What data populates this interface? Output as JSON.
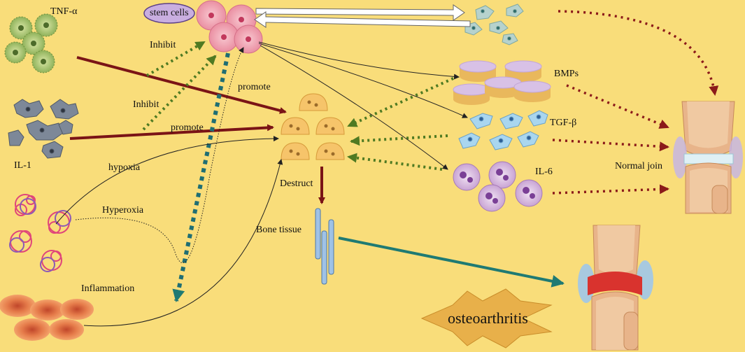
{
  "labels": {
    "tnf": "TNF-α",
    "il1": "IL-1",
    "stem_cells": "stem cells",
    "inhibit_1": "Inhibit",
    "inhibit_2": "Inhibit",
    "promote_1": "promote",
    "promote_2": "promote",
    "hypoxia": "hypoxia",
    "hyperoxia": "Hyperoxia",
    "inflammation": "Inflammation",
    "bmps": "BMPs",
    "tgf": "TGF-β",
    "il6": "IL-6",
    "destruct": "Destruct",
    "bone_tissue": "Bone tissue",
    "normal_joint": "Normal join",
    "osteoarthritis": "osteoarthritis"
  },
  "colors": {
    "background": "#f9dd7a",
    "promote_arrow": "#7a1416",
    "inhibit_arrow": "#4f7a22",
    "dotted_red": "#8b1a1a",
    "teal_arrow": "#1f7a73",
    "osteo_star": "#e8b04a"
  },
  "icons": [
    "tnf-alpha-cells-icon",
    "il1-cells-icon",
    "hyperoxia-cells-icon",
    "inflammation-cells-icon",
    "stem-cells-icon",
    "fibroblast-cells-icon",
    "bmps-discs-icon",
    "tgf-beta-cells-icon",
    "il6-cells-icon",
    "chondrocytes-icon",
    "bone-tissue-icon",
    "normal-joint-icon",
    "osteoarthritis-joint-icon"
  ]
}
